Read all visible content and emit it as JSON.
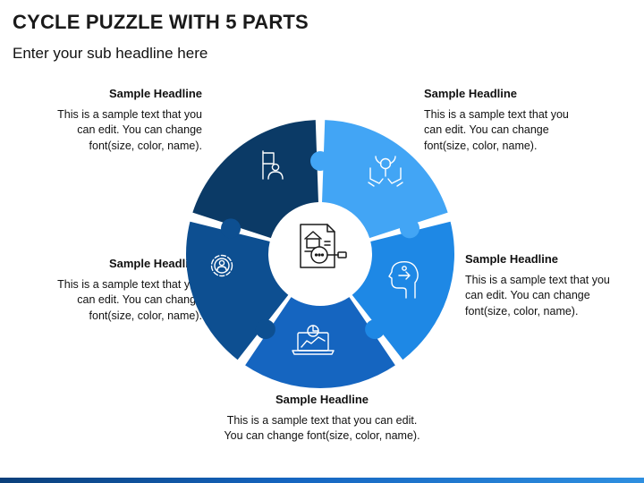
{
  "title": "CYCLE PUZZLE WITH 5 PARTS",
  "subtitle": "Enter your sub headline here",
  "colors": {
    "piece_1": "#0b3a66",
    "piece_2": "#42a5f5",
    "piece_3": "#1e88e5",
    "piece_4": "#1565c0",
    "piece_5": "#0d4f91",
    "icon_stroke": "#ffffff",
    "center_icon_stroke": "#1a1a1a"
  },
  "parts": [
    {
      "headline": "Sample Headline",
      "text": "This is a sample text that you\ncan edit. You can change\nfont(size, color, name).",
      "icon": "flag-person-icon"
    },
    {
      "headline": "Sample Headline",
      "text": "This is a sample text that you\ncan edit. You can change\nfont(size, color, name).",
      "icon": "hands-growth-icon"
    },
    {
      "headline": "Sample Headline",
      "text": "This is a sample text that you\ncan edit. You can change\nfont(size, color, name).",
      "icon": "head-brain-icon"
    },
    {
      "headline": "Sample Headline",
      "text": "This is a sample text that you can edit.\nYou can change font(size, color, name).",
      "icon": "laptop-chart-icon"
    },
    {
      "headline": "Sample Headline",
      "text": "This is a sample text that you\ncan edit. You can change\nfont(size, color, name).",
      "icon": "gear-person-icon"
    }
  ],
  "center_icon": "house-document-search-icon"
}
